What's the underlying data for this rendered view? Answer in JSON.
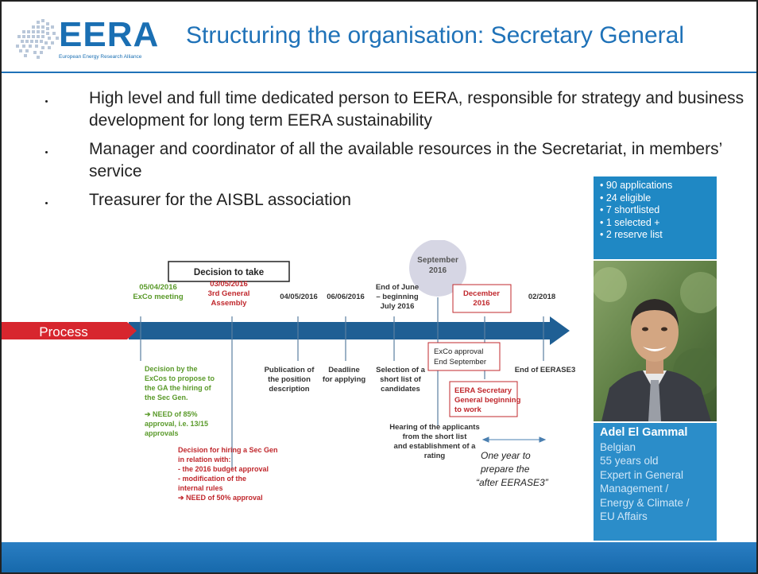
{
  "header": {
    "logo_text": "EERA",
    "logo_subtitle": "European Energy Research Alliance",
    "title": "Structuring the organisation: Secretary General"
  },
  "bullets": [
    "High level and full time dedicated person to EERA, responsible for strategy and business development for long term EERA sustainability",
    "Manager and coordinator of all the available resources in the Secretariat, in members’ service",
    "Treasurer for the AISBL association"
  ],
  "stats": [
    "• 90 applications",
    "• 24 eligible",
    "• 7 shortlisted",
    "• 1 selected +",
    "• 2 reserve list"
  ],
  "profile": {
    "name": "Adel El Gammal",
    "lines": [
      "Belgian",
      "55 years old",
      "Expert in General",
      "Management /",
      "Energy & Climate /",
      "EU Affairs"
    ]
  },
  "timeline": {
    "process_label": "Process",
    "decision_to_take": "Decision to take",
    "september_bubble": [
      "September",
      "2016"
    ],
    "milestones_top": [
      {
        "lines": [
          "05/04/2016",
          "ExCo meeting"
        ],
        "color": "#5a9a2a"
      },
      {
        "lines": [
          "03/05/2016",
          "3rd General",
          "Assembly"
        ],
        "color": "#c0282d"
      },
      {
        "lines": [
          "04/05/2016"
        ],
        "color": "#333333"
      },
      {
        "lines": [
          "06/06/2016"
        ],
        "color": "#333333"
      },
      {
        "lines": [
          "End of June",
          "– beginning",
          "July 2016"
        ],
        "color": "#333333"
      },
      {
        "lines": [
          "December",
          "2016"
        ],
        "color": "#c0282d"
      },
      {
        "lines": [
          "02/2018"
        ],
        "color": "#333333"
      }
    ],
    "below_texts": {
      "exco_decision": [
        "Decision by the",
        "ExCos to propose to",
        "the GA the hiring of",
        "the Sec Gen."
      ],
      "need85": [
        "➔ NEED of 85%",
        "approval, i.e. 13/15",
        "approvals"
      ],
      "ga_decision": [
        "Decision for hiring a Sec Gen",
        "in relation with:",
        "-  the 2016 budget approval",
        "-  modification of the",
        "   internal rules",
        "➔ NEED of 50% approval"
      ],
      "publication": [
        "Publication of",
        "the position",
        "description"
      ],
      "deadline": [
        "Deadline",
        "for applying"
      ],
      "selection": [
        "Selection of a",
        "short list of",
        "candidates"
      ],
      "exco_approval": [
        "ExCo approval",
        "End September"
      ],
      "hearing": [
        "Hearing of the applicants",
        "from the short list",
        "and establishment of a",
        "rating"
      ],
      "secgen_begin": [
        "EERA Secretary",
        "General beginning",
        "to work"
      ],
      "end_eerase3": [
        "End of EERASE3"
      ],
      "one_year": [
        "One year to",
        "prepare the",
        "“after EERASE3”"
      ]
    }
  }
}
